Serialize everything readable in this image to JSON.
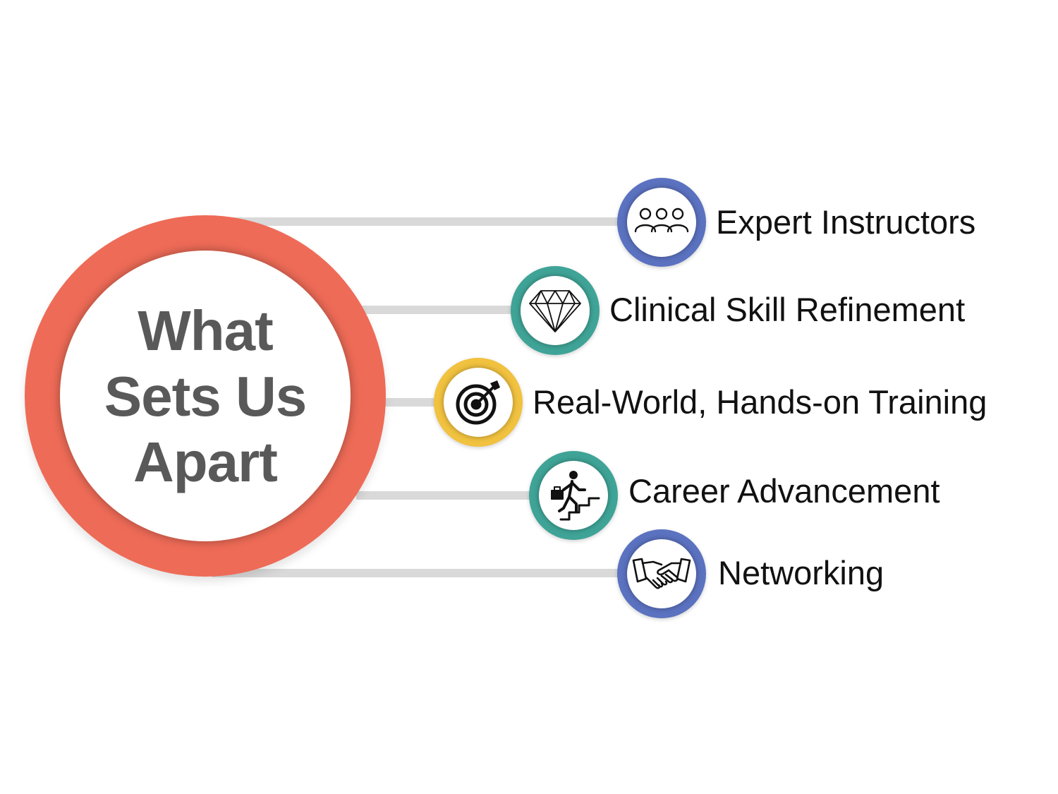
{
  "hub": {
    "title_lines": [
      "What",
      "Sets Us",
      "Apart"
    ],
    "color": "#ee6b57"
  },
  "items": [
    {
      "label": "Expert Instructors",
      "icon": "people-group-icon",
      "color": "#5b72c0"
    },
    {
      "label": "Clinical Skill Refinement",
      "icon": "diamond-icon",
      "color": "#3fa497"
    },
    {
      "label": "Real-World, Hands-on Training",
      "icon": "target-icon",
      "color": "#f1c23f"
    },
    {
      "label": "Career Advancement",
      "icon": "career-stairs-icon",
      "color": "#3fa497"
    },
    {
      "label": "Networking",
      "icon": "handshake-icon",
      "color": "#5b72c0"
    }
  ]
}
